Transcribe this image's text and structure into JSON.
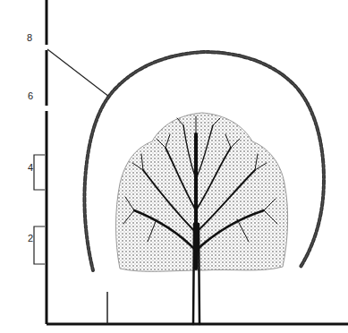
{
  "diagram": {
    "labels": [
      "8",
      "6",
      "4",
      "2"
    ]
  }
}
